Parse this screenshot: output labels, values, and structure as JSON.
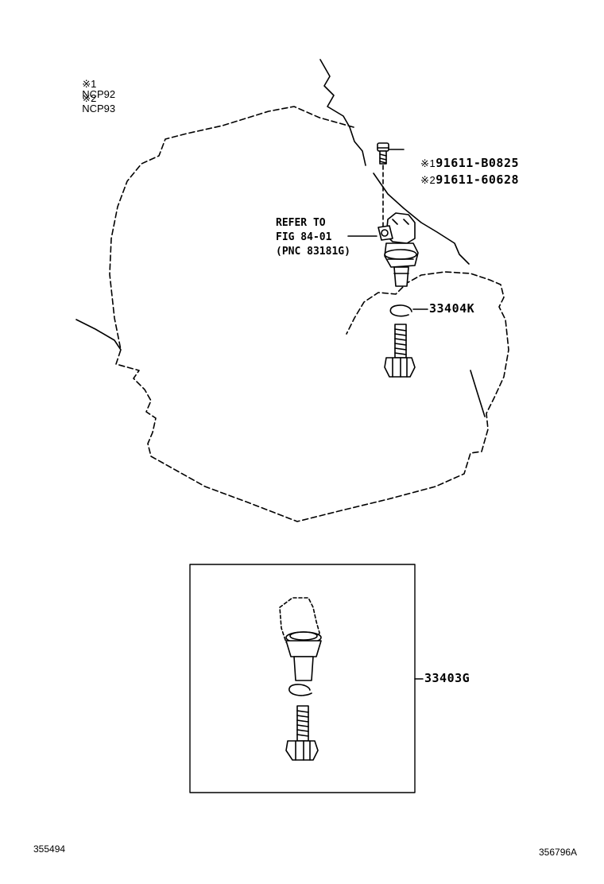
{
  "legend": [
    {
      "mark": "※1",
      "model": "NCP92"
    },
    {
      "mark": "※2",
      "model": "NCP93"
    }
  ],
  "bolt_parts": [
    {
      "mark": "※1",
      "number": "91611-B0825"
    },
    {
      "mark": "※2",
      "number": "91611-60628"
    }
  ],
  "refer": {
    "line1": "REFER TO",
    "line2": "FIG 84-01",
    "line3": "(PNC 83181G)"
  },
  "o_ring_part": "33404K",
  "assembly_part": "33403G",
  "footer": {
    "left_code": "355494",
    "right_code": "356796A"
  },
  "colors": {
    "line": "#000000",
    "background": "#ffffff"
  }
}
